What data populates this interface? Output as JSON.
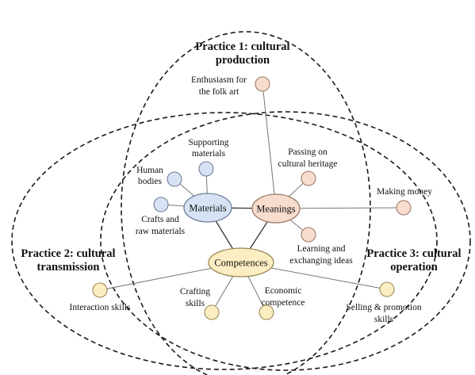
{
  "practices": {
    "p1": {
      "line1": "Practice 1: cultural",
      "line2": "production"
    },
    "p2": {
      "line1": "Practice 2: cultural",
      "line2": "transmission"
    },
    "p3": {
      "line1": "Practice 3: cultural",
      "line2": "operation"
    }
  },
  "hubs": {
    "materials": "Materials",
    "meanings": "Meanings",
    "competences": "Competences"
  },
  "leaves": {
    "enthusiasm": {
      "line1": "Enthusiasm for",
      "line2": "the folk art"
    },
    "supporting_materials": {
      "line1": "Supporting",
      "line2": "materials"
    },
    "human_bodies": {
      "line1": "Human",
      "line2": "bodies"
    },
    "crafts_raw": {
      "line1": "Crafts and",
      "line2": "raw materials"
    },
    "passing_on": {
      "line1": "Passing on",
      "line2": "cultural heritage"
    },
    "making_money": {
      "line1": "Making money"
    },
    "learning": {
      "line1": "Learning and",
      "line2": "exchanging ideas"
    },
    "interaction": {
      "line1": "Interaction skills"
    },
    "crafting": {
      "line1": "Crafting",
      "line2": "skills"
    },
    "economic": {
      "line1": "Economic",
      "line2": "competence"
    },
    "selling": {
      "line1": "Selling & promotion",
      "line2": "skills"
    }
  },
  "colors": {
    "materials_fill": "#d7e3f4",
    "materials_stroke": "#6f7f99",
    "meanings_fill": "#f8dccd",
    "meanings_stroke": "#9a7a6a",
    "competences_fill": "#fbeec2",
    "competences_stroke": "#9a8a55",
    "dashed": "#1a1a1a",
    "connector": "#777777",
    "hub_connector": "#333333"
  }
}
